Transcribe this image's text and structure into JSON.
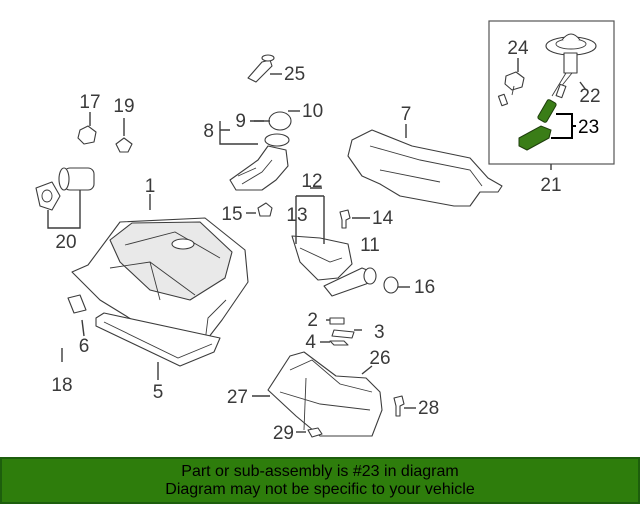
{
  "diagram": {
    "highlight_color": "#3a7d17",
    "highlighted_part": "23",
    "callouts": {
      "c1": "1",
      "c2": "2",
      "c3": "3",
      "c4": "4",
      "c5": "5",
      "c6": "6",
      "c7": "7",
      "c8": "8",
      "c9": "9",
      "c10": "10",
      "c11": "11",
      "c12": "12",
      "c13": "13",
      "c14": "14",
      "c15": "15",
      "c16": "16",
      "c17": "17",
      "c18": "18",
      "c19": "19",
      "c20": "20",
      "c21": "21",
      "c22": "22",
      "c23": "23",
      "c24": "24",
      "c25": "25",
      "c26": "26",
      "c27": "27",
      "c28": "28",
      "c29": "29"
    }
  },
  "banner": {
    "background": "#2e7d0c",
    "line1": "Part or sub-assembly is #23 in diagram",
    "line2": "Diagram may not be specific to your vehicle"
  }
}
